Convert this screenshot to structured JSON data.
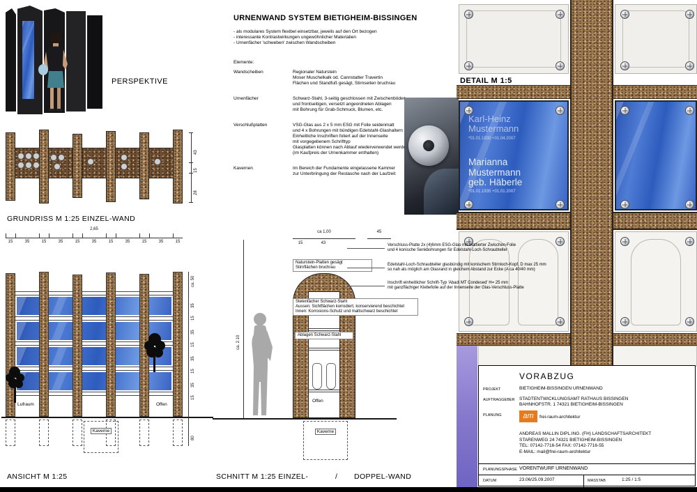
{
  "colors": {
    "glass_blue": "#3f6fd0",
    "stone_brown": "#9c7851",
    "accent_orange": "#e87a1e",
    "violet_glass": "#8a7fd4"
  },
  "perspektive": {
    "label": "PERSPEKTIVE"
  },
  "header": {
    "title": "URNENWAND SYSTEM BIETIGHEIM-BISSINGEN",
    "bullets": [
      "- als modulares System flexibel einsetzbar, jeweils auf den Ort bezogen",
      "- interessante Kontrastwirkungen ungewöhnlicher Materialien",
      "- Urnenfächer 'schweben' zwischen Wandscheiben"
    ],
    "elements_label": "Elemente:",
    "elements": [
      {
        "term": "Wandscheiben",
        "desc": "Regionaler Naturstein\nMoser Muschelkalk od. Cannstatter Travertin\nFlächen und Standfuß gesägt, Stirnseiten bruchrau"
      },
      {
        "term": "Urnenfächer",
        "desc": "Schwarz-Stahl, 3-seitig geschlossen mit Zwischenböden\nund frontseitigen, versetzt angeordneten Ablagen\nmit Bohrung für Grab-Schmuck, Blumen, etc."
      },
      {
        "term": "Verschlußplatten",
        "desc": "VSG-Glas aus 2 x 5 mm ESG mit Folie seidenmatt\nund 4 x Bohrungen mit bündigen Edelstahl-Glashaltern\nEinheitliche Inschriften foliert auf der Innenseite\nmit vorgegebenem Schrifttyp\nGlasplatten können nach Ablauf wiederverwendet werden\n(im Kaufpreis der Urnenkammer enthalten)"
      },
      {
        "term": "Kavernen",
        "desc": "Im Bereich der Fundamente eingelassene Kammer\nzur Unterbringung der Restasche nach der Laufzeit"
      }
    ]
  },
  "grundriss": {
    "label": "GRUNDRISS M 1:25 EINZEL-WAND",
    "depth_dims": [
      "43",
      "15",
      "28"
    ]
  },
  "chain": {
    "total": "2,65",
    "segments": [
      "15",
      "35",
      "15",
      "35",
      "15",
      "35",
      "15",
      "35",
      "15",
      "35",
      "15"
    ]
  },
  "ansicht": {
    "label": "ANSICHT M 1:25",
    "labels": {
      "lufraum": "Lufraum",
      "offen": "Offen",
      "kaverne": "Kaverne"
    },
    "right_dims": [
      "ca. 50",
      "35",
      "15",
      "35",
      "15",
      "35",
      "15",
      "35",
      "15"
    ],
    "below_dim": "80"
  },
  "schnitt": {
    "label_left": "SCHNITT M 1:25 EINZEL-",
    "label_sep": "/",
    "label_right": "DOPPEL-WAND",
    "dim_width": "ca 1,00",
    "dim_45": "45",
    "dim_15": "15",
    "dim_43": "43",
    "dim_height": "ca. 2.10",
    "ann_naturstein": "Naturstein-Platten gesägt\nStirnflächen bruchrau",
    "ann_stelen": "Stelenfächer Schwarz-Stahl\nAussen:  Sichtflächen korrodiert, konservierend beschichtet\nInnen:  Korrosions-Schutz und mattschwarz beschichtet",
    "ann_ablagen": "Ablagen Schwarz-Stahl",
    "offen": "Offen",
    "kaverne": "Kaverne"
  },
  "detail": {
    "label": "DETAIL M 1:5",
    "plate1_name": "Karl-Heinz\nMustermann",
    "plate1_dates": "*01.01.1930 +01.04.2007",
    "plate2_name": "Marianna\nMustermann\ngeb. Häberle",
    "plate2_dates": "*01.01.1935 +01.01.2007"
  },
  "annotations": {
    "a1": "Verschluss-Platte 2x (4)6mm ESG-Glas mit mattierter Zwischen-Folie\nund 4 konische Senkbohrungen für Edelstahl-Loch-Schraubteller",
    "a2": "Edelstahl-Loch-Schraubteller glasbündig mit konischem Stirnloch-Kopf, D max 25 mm\nso nah als möglich am Glasrand in gleichem Abstand zur Ecke (A ca 40/40 mm)",
    "a3": "Inschrift einheitlicher Schrift-Typ 'Abadi MT Condesed' H= 25 mm\nmit ganzflächiger Klebefolie auf der Innenseite der Glas-Verschluss-Platte"
  },
  "titleblock": {
    "vorabzug": "VORABZUG",
    "projekt_label": "PROJEKT",
    "projekt_value": "BIETIGHEIM-BISSINGEN URNENWAND",
    "auftraggeber_label": "AUFTRAGGEBER",
    "auftraggeber_value": "STADTENTWICKLUNGSAMT  RATHAUS BISSINGEN\nBAHNHOFSTR. 1  74321 BIETIGHEIM-BISSINGEN",
    "planung_label": "PLANUNG",
    "logo_text": "am",
    "logo_label": "frei-raum-architektur",
    "architect": "ANDREAS MALLIN DIPL.ING. (FH) LANDSCHAFTSARCHITEKT\nSTARENWEG 24  74321 BIETIGHEIM-BISSINGEN\nTEL: 07142-7716-54   FAX: 07142-7716-55\nE-MAIL: mail@frei-raum-architektur",
    "phase_label": "PLANUNGSPHASE",
    "phase_value": "VORENTWURF URNENWAND",
    "date_label": "DATUM",
    "date_value": "23.06/25.09.2007",
    "scale_label": "MASSTAB",
    "scale_value": "1:25 / 1:5"
  }
}
